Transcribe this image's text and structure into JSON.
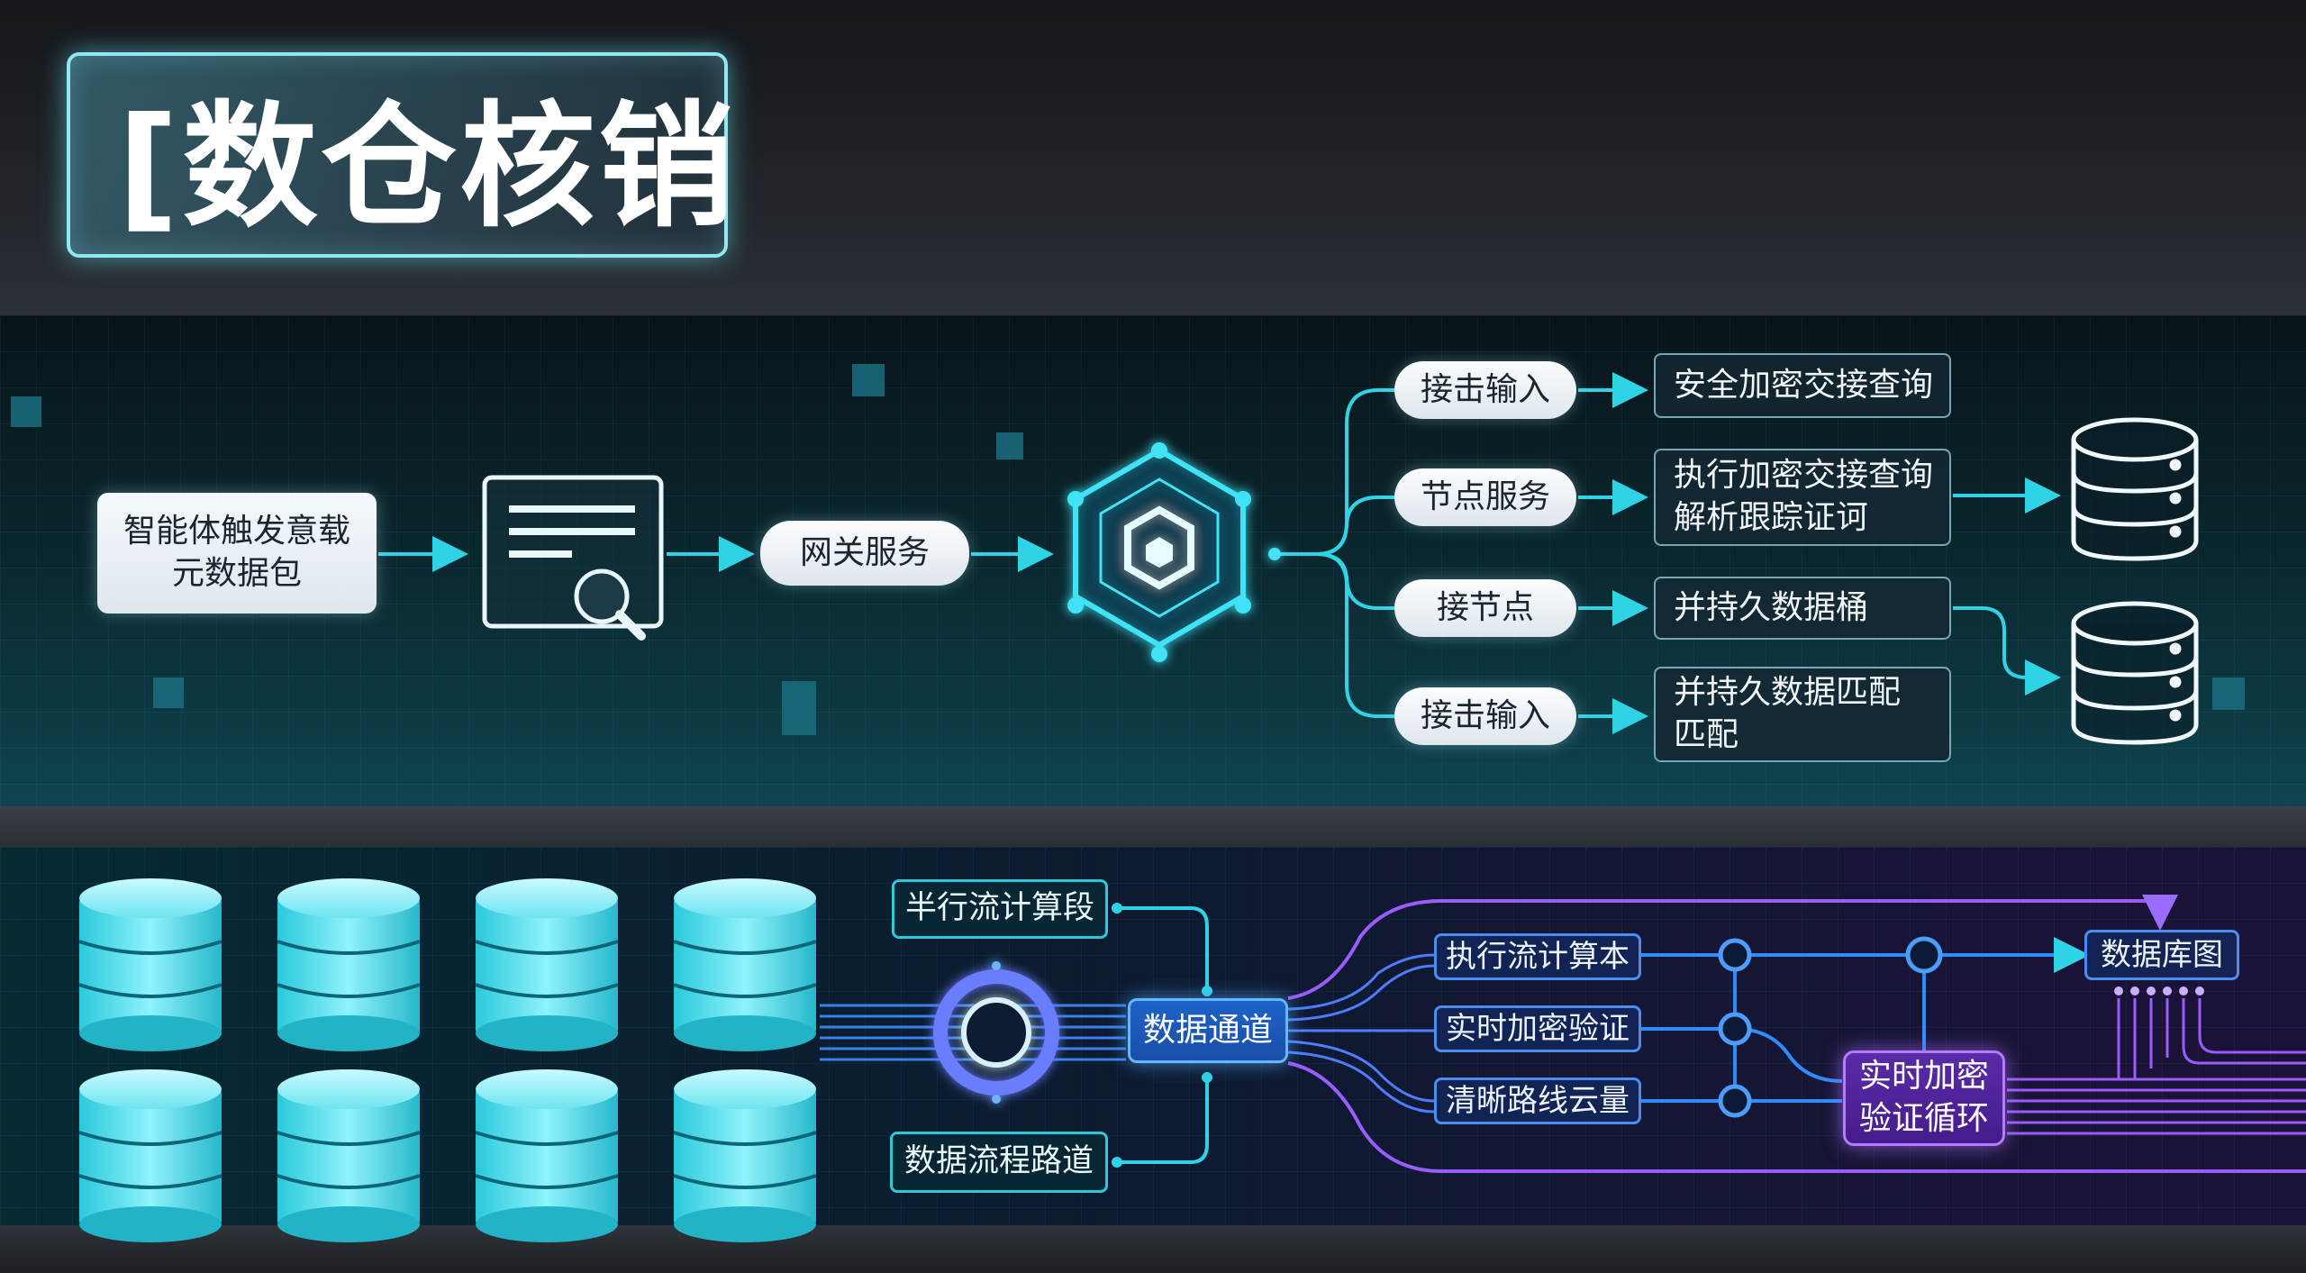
{
  "title": "[数仓核销",
  "upper_flow": {
    "source": "智能体触发意载\n元数据包",
    "document_icon": "document-search-icon",
    "gateway": "网关服务",
    "hub_icon": "hexagon-hub-icon",
    "branches": [
      {
        "action": "接击输入",
        "target": "安全加密交接查询"
      },
      {
        "action": "节点服务",
        "target": "执行加密交接查询\n解析跟踪证诃"
      },
      {
        "action": "接节点",
        "target": "并持久数据桶"
      },
      {
        "action": "接击输入",
        "target": "并持久数据匹配\n匹配"
      }
    ],
    "storage_icon": "database-icon"
  },
  "lower_flow": {
    "db_icon": "database-stack-icon",
    "top_label": "半行流计算段",
    "bottom_label": "数据流程路道",
    "channel": "数据通道",
    "ring_icon": "ring-node-icon",
    "steps": [
      "执行流计算本",
      "实时加密验证",
      "清晰路线云量"
    ],
    "loop": "实时加密\n验证循环",
    "output": "数据库图"
  },
  "colors": {
    "cyan": "#2fd3e6",
    "blue": "#2f8cff",
    "violet": "#9a5cff",
    "title_border": "#8fe8f2"
  }
}
